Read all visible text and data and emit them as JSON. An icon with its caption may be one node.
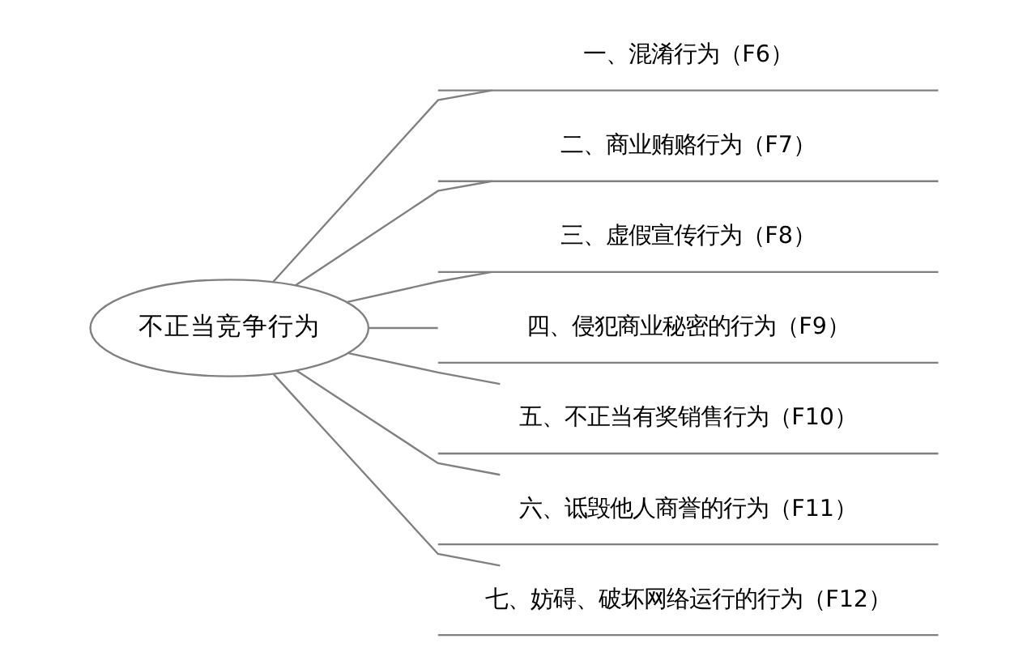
{
  "diagram": {
    "nodes": [
      {
        "text": [
          "不正当竞争行为"
        ]
      },
      {
        "text": [
          "一、混淆行为（F6）"
        ]
      },
      {
        "text": [
          "二、商业贿赂行为（F7）"
        ]
      },
      {
        "text": [
          "三、虚假宣传行为（F8）"
        ]
      },
      {
        "text": [
          "四、侵犯商业秘密的行为（F9）"
        ]
      },
      {
        "text": [
          "五、不正当有奖销售行为（F10）"
        ]
      },
      {
        "text": [
          "六、诋毁他人商誉的行为（F11）"
        ]
      },
      {
        "text": [
          "七、妨碍、破坏网络运行的行为（F12）"
        ]
      }
    ],
    "edges": [
      {
        "from": 0,
        "to": 1,
        "arrow": "none"
      },
      {
        "from": 0,
        "to": 2,
        "arrow": "none"
      },
      {
        "from": 0,
        "to": 3,
        "arrow": "none"
      },
      {
        "from": 0,
        "to": 4,
        "arrow": "none"
      },
      {
        "from": 0,
        "to": 5,
        "arrow": "none"
      },
      {
        "from": 0,
        "to": 6,
        "arrow": "none"
      },
      {
        "from": 0,
        "to": 7,
        "arrow": "none"
      }
    ]
  }
}
